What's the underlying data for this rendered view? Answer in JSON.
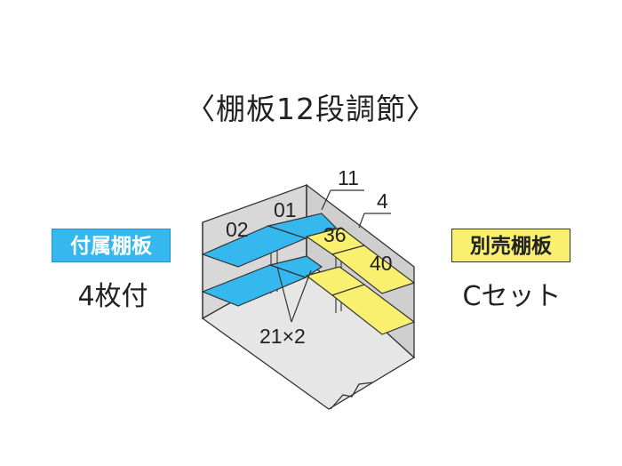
{
  "title": "〈棚板12段調節〉",
  "left_panel": {
    "badge": "付属棚板",
    "count": "4枚付"
  },
  "right_panel": {
    "badge": "別売棚板",
    "set": "Cセット"
  },
  "diagram": {
    "labels": {
      "l02": "02",
      "l01": "01",
      "l36": "36",
      "l40": "40",
      "l11": "11",
      "l4": "4",
      "l21x2": "21×2"
    }
  },
  "colors": {
    "included_shelf": "#35b8ee",
    "optional_shelf": "#f8f06e",
    "shed_wall": "#d7d7d7"
  }
}
